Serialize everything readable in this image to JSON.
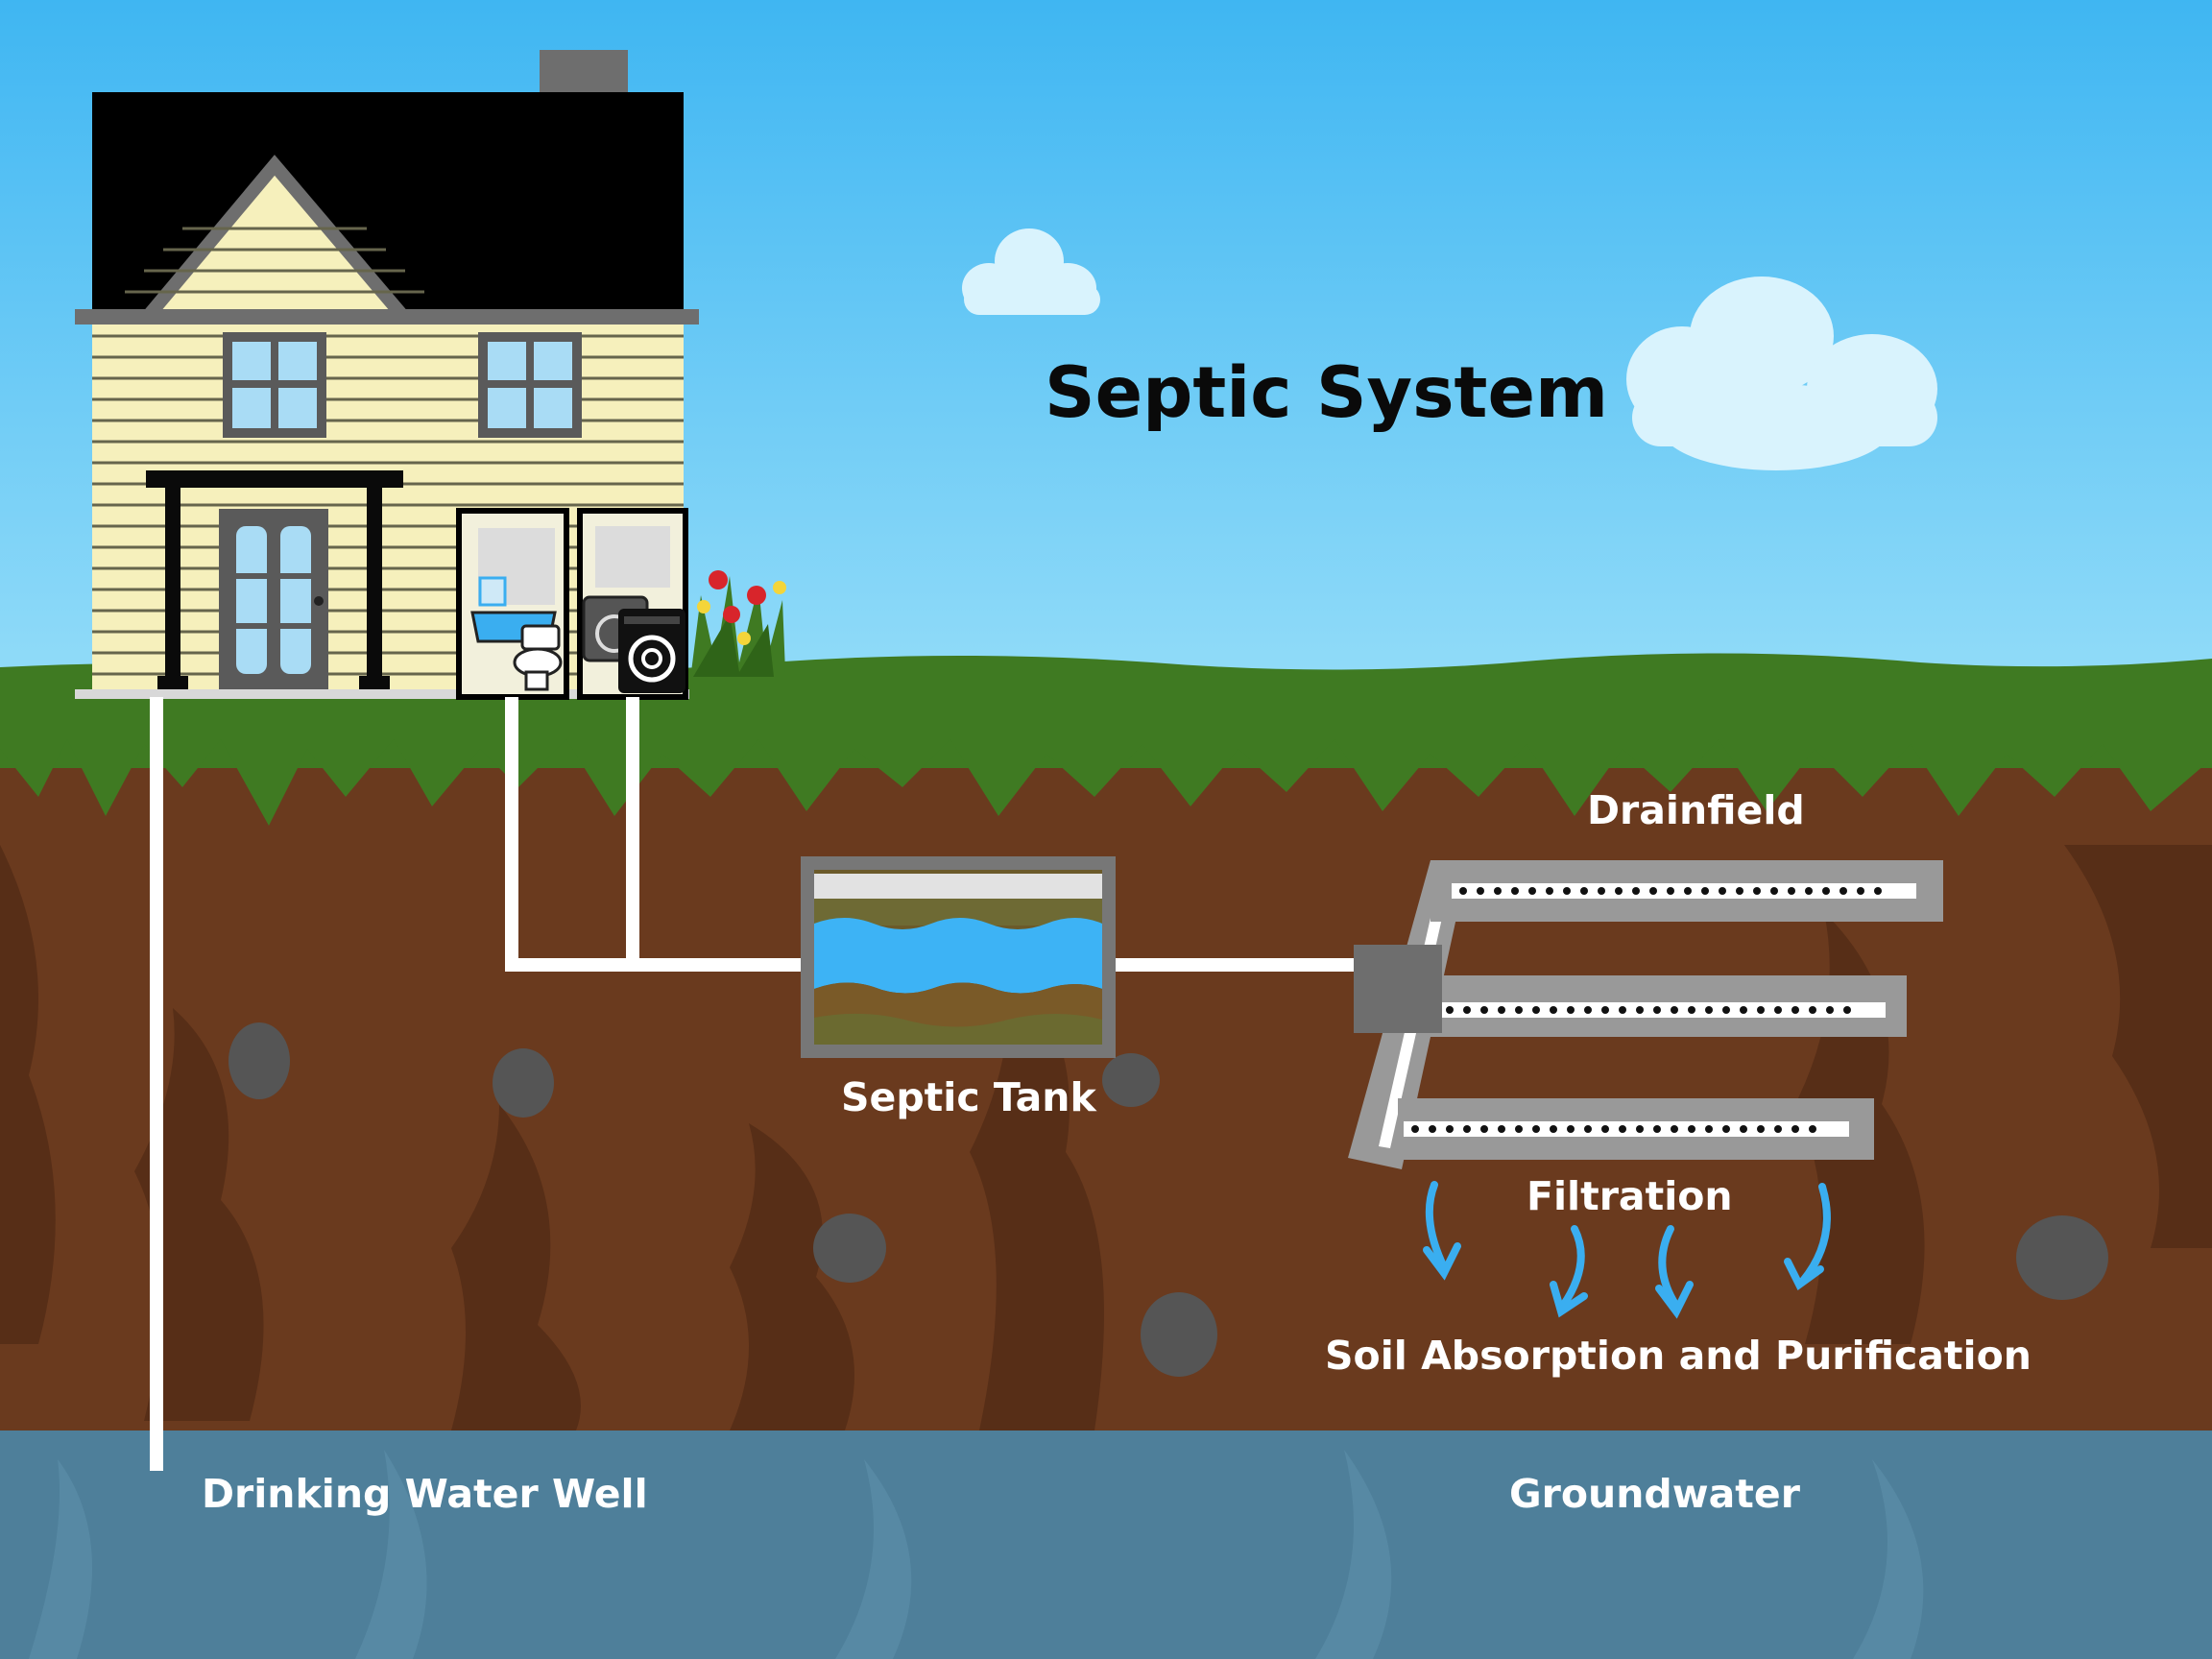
{
  "title": "Septic System",
  "labels": {
    "drainfield": "Drainfield",
    "septic_tank": "Septic Tank",
    "filtration": "Filtration",
    "soil_absorption": "Soil Absorption and Purification",
    "drinking_water_well": "Drinking Water Well",
    "groundwater": "Groundwater"
  },
  "colors": {
    "sky_top": "#3fb6f2",
    "sky_bottom": "#8fdcf8",
    "grass": "#3f7a22",
    "soil": "#6a3a1e",
    "soil_dark": "#572e17",
    "groundwater": "#4e7f9a",
    "house_siding": "#f6f0bc",
    "roof": "#000000",
    "pipe": "#ffffff",
    "tank_wall": "#777777",
    "water": "#3db3f5",
    "arrow": "#3aaef0"
  }
}
